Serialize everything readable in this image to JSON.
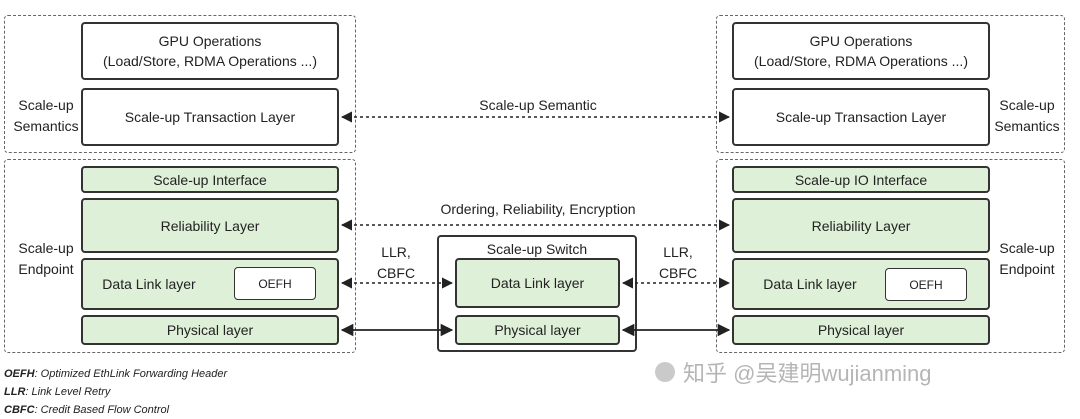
{
  "left": {
    "gpu_ops_line1": "GPU Operations",
    "gpu_ops_line2": "(Load/Store, RDMA Operations ...)",
    "transaction_layer": "Scale-up Transaction Layer",
    "semantics_label_1": "Scale-up",
    "semantics_label_2": "Semantics",
    "interface": "Scale-up Interface",
    "reliability": "Reliability Layer",
    "data_link": "Data Link layer",
    "oefh": "OEFH",
    "physical": "Physical layer",
    "endpoint_label_1": "Scale-up",
    "endpoint_label_2": "Endpoint"
  },
  "right": {
    "gpu_ops_line1": "GPU Operations",
    "gpu_ops_line2": "(Load/Store, RDMA Operations ...)",
    "transaction_layer": "Scale-up Transaction Layer",
    "semantics_label_1": "Scale-up",
    "semantics_label_2": "Semantics",
    "interface": "Scale-up IO Interface",
    "reliability": "Reliability Layer",
    "data_link": "Data Link layer",
    "oefh": "OEFH",
    "physical": "Physical layer",
    "endpoint_label_1": "Scale-up",
    "endpoint_label_2": "Endpoint"
  },
  "middle": {
    "semantic": "Scale-up Semantic",
    "ordering": "Ordering, Reliability, Encryption",
    "llr_left_1": "LLR,",
    "llr_left_2": "CBFC",
    "llr_right_1": "LLR,",
    "llr_right_2": "CBFC"
  },
  "switch": {
    "title": "Scale-up Switch",
    "data_link": "Data Link layer",
    "physical": "Physical layer"
  },
  "legend": [
    {
      "abbr": "OEFH",
      "text": ": Optimized EthLink Forwarding Header"
    },
    {
      "abbr": "LLR",
      "text": ": Link Level Retry"
    },
    {
      "abbr": "CBFC",
      "text": ": Credit Based Flow Control"
    }
  ],
  "watermark": "知乎 @吴建明wujianming",
  "colors": {
    "layer_green": "#dff0d8",
    "border": "#333333",
    "dashed": "#666666"
  }
}
